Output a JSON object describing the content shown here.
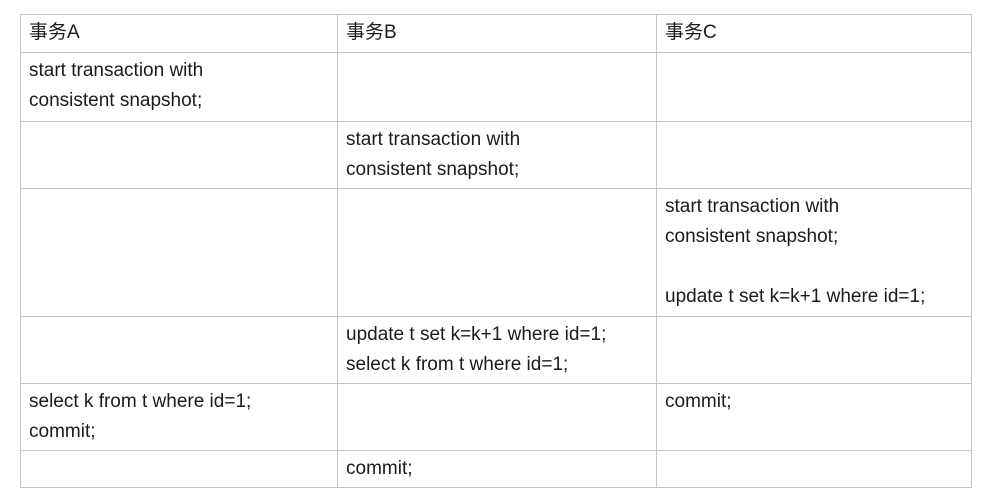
{
  "table": {
    "border_color": "#c6c6c6",
    "text_color": "#1b1b1b",
    "background_color": "#ffffff",
    "columns": [
      {
        "label": "事务A"
      },
      {
        "label": "事务B"
      },
      {
        "label": "事务C"
      }
    ],
    "rows": [
      {
        "cells": [
          "start transaction with\nconsistent snapshot;",
          "",
          ""
        ]
      },
      {
        "cells": [
          "",
          "start transaction with\nconsistent snapshot;",
          ""
        ]
      },
      {
        "cells": [
          "",
          "",
          "start transaction with\nconsistent snapshot;\n\nupdate t set k=k+1 where id=1;"
        ]
      },
      {
        "cells": [
          "",
          "update t set k=k+1 where id=1;\nselect k from t where id=1;",
          ""
        ]
      },
      {
        "cells": [
          "select k from t where id=1;\ncommit;",
          "",
          "commit;"
        ]
      },
      {
        "cells": [
          "",
          "commit;",
          ""
        ]
      }
    ]
  }
}
